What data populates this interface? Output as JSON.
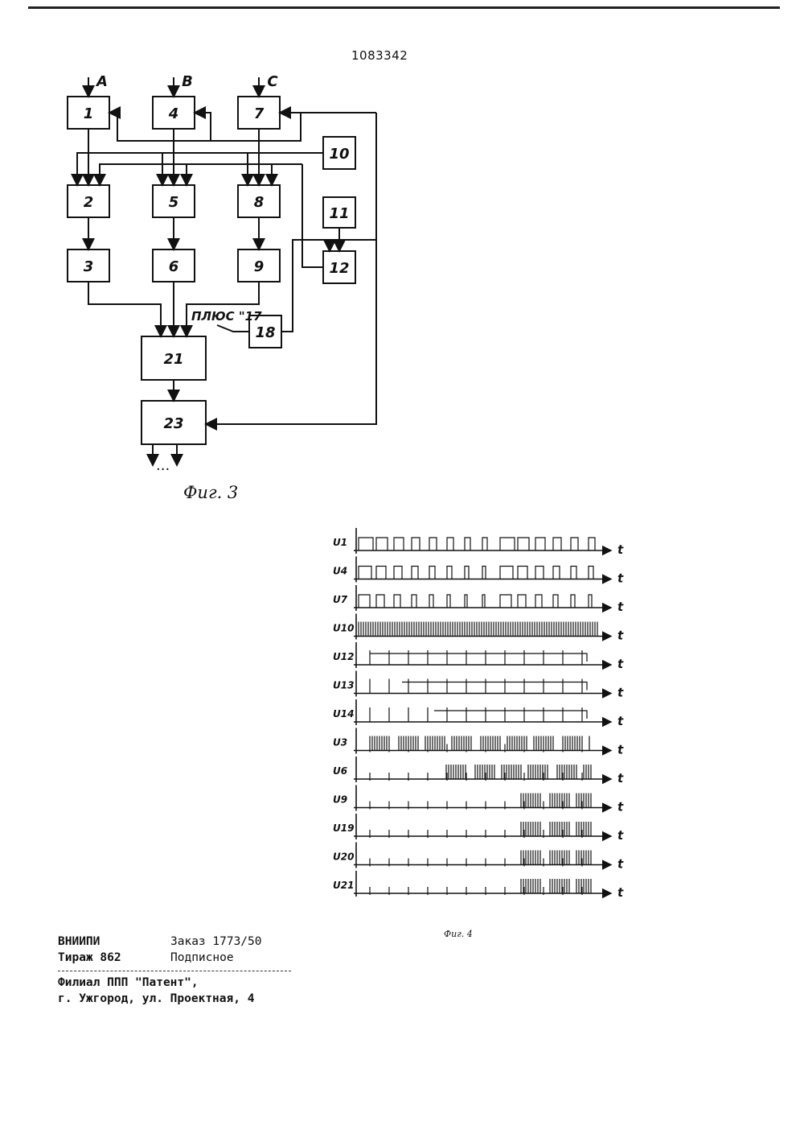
{
  "page": {
    "patent_number": "1083342",
    "fig3_caption": "Фиг. 3",
    "fig4_caption": "Фиг. 4"
  },
  "fig3": {
    "blocks": [
      "1",
      "4",
      "7",
      "10",
      "2",
      "5",
      "8",
      "11",
      "3",
      "6",
      "9",
      "12",
      "18",
      "21",
      "23"
    ],
    "inputs": [
      "A",
      "B",
      "C"
    ],
    "plus_label": "ПЛЮС \"17",
    "output_dots": "..."
  },
  "fig4": {
    "signals": [
      "U1",
      "U4",
      "U7",
      "U10",
      "U12",
      "U13",
      "U14",
      "U3",
      "U6",
      "U9",
      "U19",
      "U20",
      "U21"
    ],
    "axis_label": "t"
  },
  "imprint": {
    "org": "ВНИИПИ",
    "order": "Заказ 1773/50",
    "circulation": "Тираж 862",
    "subscription": "Подписное",
    "branch": "Филиал ППП \"Патент\",",
    "address": "г. Ужгород, ул. Проектная, 4"
  }
}
